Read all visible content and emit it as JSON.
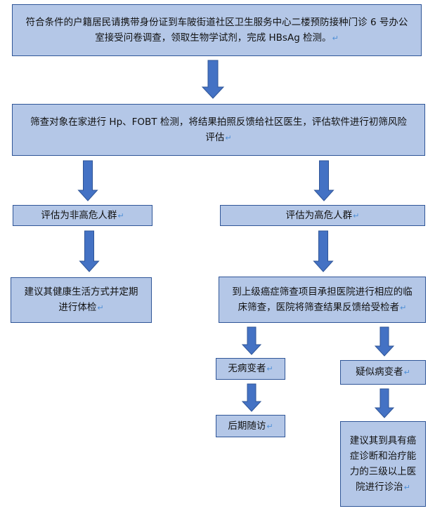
{
  "colors": {
    "box_fill": "#b4c7e7",
    "box_border": "#2f5597",
    "arrow": "#4472c4",
    "return_mark": "#4e8fd6"
  },
  "return_mark": "↵",
  "nodes": {
    "step1": "符合条件的户籍居民请携带身份证到车陂街道社区卫生服务中心二楼预防接种门诊 6 号办公室接受问卷调查，领取生物学试剂，完成 HBsAg 检测。",
    "step2": "筛查对象在家进行 Hp、FOBT 检测，将结果拍照反馈给社区医生，评估软件进行初筛风险评估",
    "non_high_risk": "评估为非高危人群",
    "high_risk": "评估为高危人群",
    "lifestyle_advice": "建议其健康生活方式并定期进行体检",
    "hospital_screening": "到上级癌症筛查项目承担医院进行相应的临床筛查，医院将筛查结果反馈给受检者",
    "no_lesion": "无病变者",
    "suspected_lesion": "疑似病变者",
    "follow_up": "后期随访",
    "treatment_advice": "建议其到具有癌症诊断和治疗能力的三级以上医院进行诊治"
  }
}
